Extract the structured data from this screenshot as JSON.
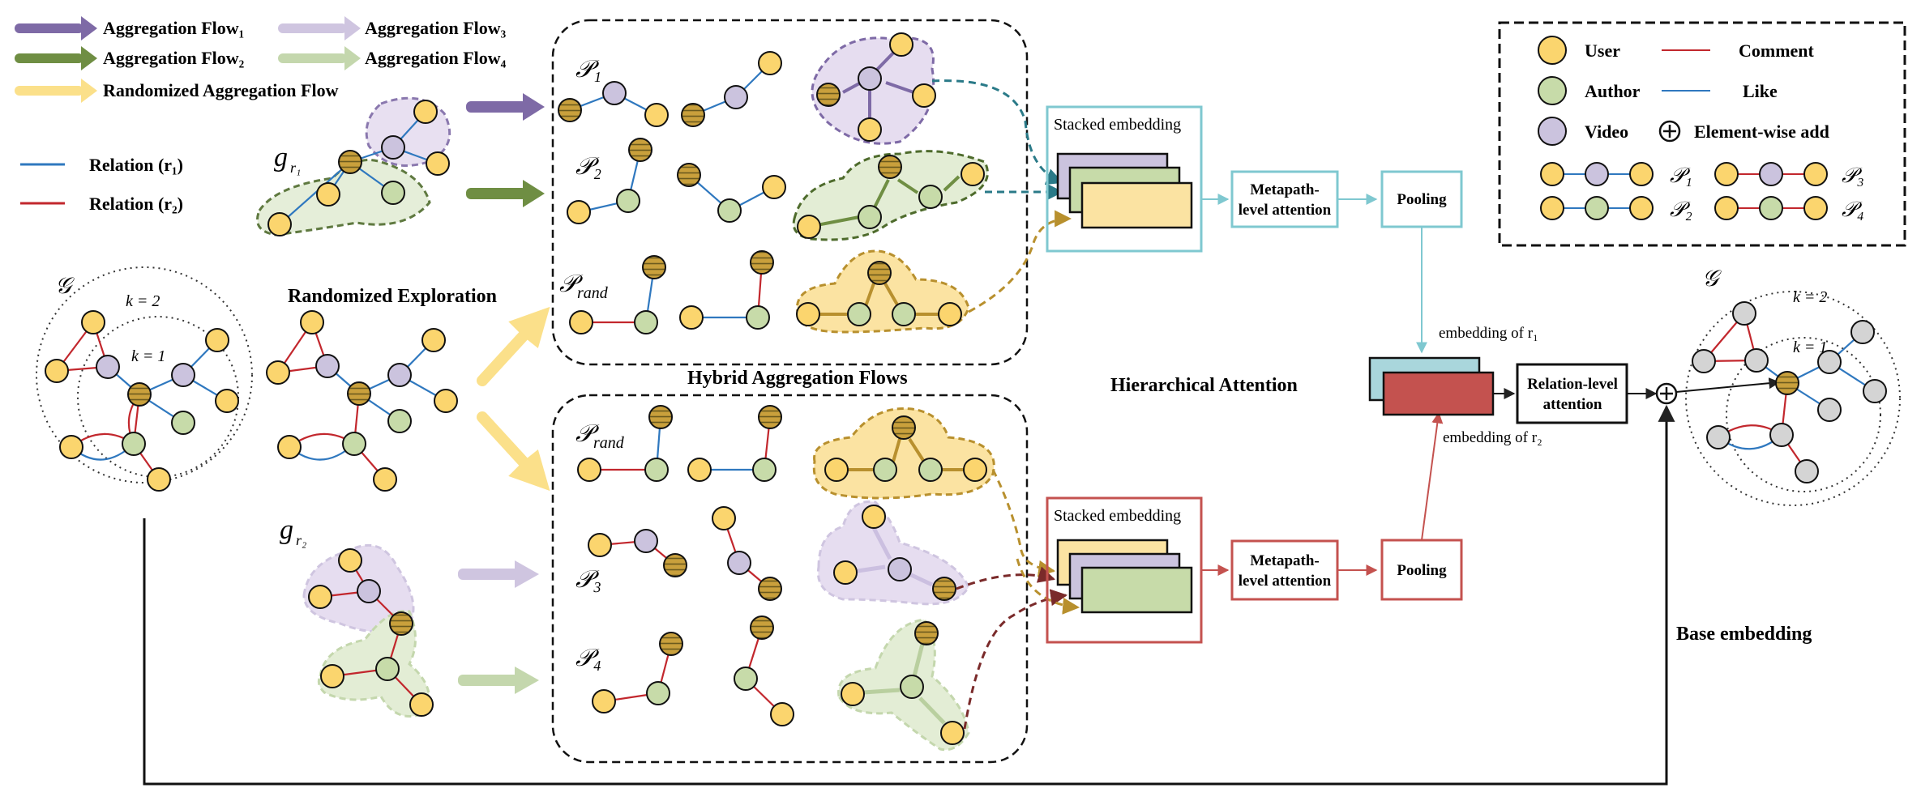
{
  "legend_flows": {
    "flow1": "Aggregation Flow₁",
    "flow2": "Aggregation Flow₂",
    "flow3": "Aggregation Flow₃",
    "flow4": "Aggregation Flow₄",
    "random": "Randomized Aggregation Flow"
  },
  "relations": {
    "r1_label": "Relation (r₁)",
    "r2_label": "Relation (r₂)"
  },
  "graph_labels": {
    "G": "𝒢",
    "k2": "k = 2",
    "k1": "k = 1",
    "g_r1": "g",
    "g_r1_sub": "r₁",
    "g_r2": "g",
    "g_r2_sub": "r₂"
  },
  "sections": {
    "randomized_exploration": "Randomized Exploration",
    "hybrid_flows": "Hybrid Aggregation Flows",
    "hierarchical_attention": "Hierarchical Attention",
    "base_embedding": "Base embedding"
  },
  "metapaths": {
    "p1": "𝒫₁",
    "p2": "𝒫₂",
    "p3": "𝒫₃",
    "p4": "𝒫₄",
    "prand": "𝒫",
    "rand_sub": "rand"
  },
  "pipeline": {
    "stacked_embedding": "Stacked embedding",
    "metapath_attention_line1": "Metapath-",
    "metapath_attention_line2": "level attention",
    "pooling": "Pooling",
    "embedding_r1": "embedding of r₁",
    "embedding_r2": "embedding of r₂",
    "relation_attention_line1": "Relation-level",
    "relation_attention_line2": "attention"
  },
  "key_legend": {
    "user": "User",
    "author": "Author",
    "video": "Video",
    "comment": "Comment",
    "like": "Like",
    "element_wise_add": "Element-wise add",
    "p1": "𝒫₁",
    "p2": "𝒫₂",
    "p3": "𝒫₃",
    "p4": "𝒫₄"
  },
  "colors": {
    "user": "#fbd56e",
    "author": "#c7dba9",
    "video": "#cbc3de",
    "target": "#c9a03c",
    "gray": "#d4d4d4",
    "like": "#2f78bf",
    "comment": "#c2272d",
    "flow1": "#7e6aa6",
    "flow2": "#6f8e43",
    "flow3": "#cfc5e0",
    "flow4": "#c4d7ad",
    "random": "#fbe08a",
    "teal": "#7fc8d0",
    "red_box": "#c4524f"
  }
}
